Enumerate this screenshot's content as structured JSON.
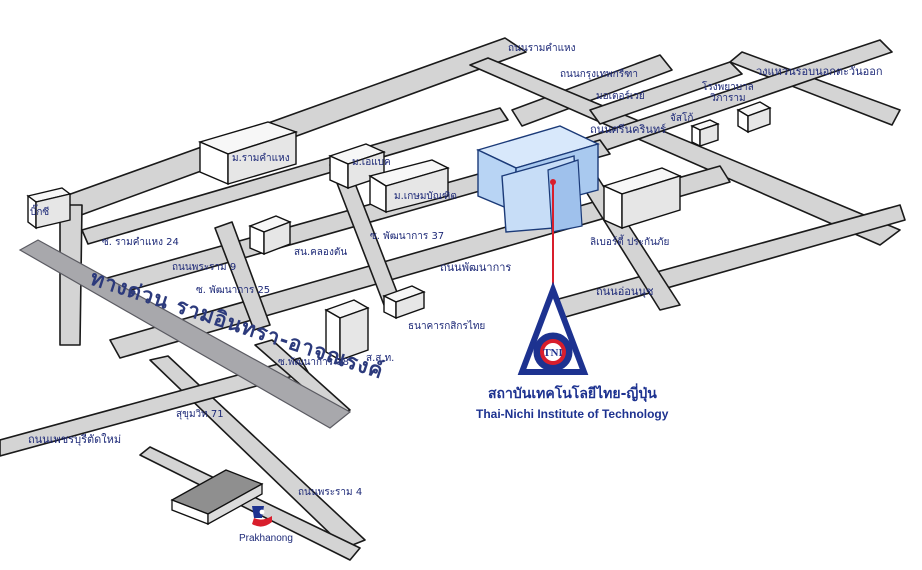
{
  "institute": {
    "name_th": "สถาบันเทคโนโลยีไทย-ญี่ปุ่น",
    "name_en": "Thai-Nichi Institute of Technology",
    "logo_text": "TNI",
    "brand_color": "#1d3290",
    "pin_color": "#d81e2c"
  },
  "expressway": {
    "label": "ทางด่วน รามอินทรา-อาจณรงค์"
  },
  "roads": {
    "ramkhamhaeng": "ถนนรามคำแหง",
    "ladprao": "ถนนกรุงเทพกรีฑา",
    "srinakarin": "ถนนศรีนครินทร์",
    "phatthanakan": "ถนนพัฒนาการ",
    "onnut": "ถนนอ่อนนุช",
    "rama9": "ถนนพระราม 9",
    "rama4": "ถนนพระราม 4",
    "phetchaburi": "ถนนเพชรบุรีตัดใหม่",
    "sukhumvit71": "สุขุมวิท 71",
    "soi_ram24": "ซ. รามคำแหง 24",
    "soi_pat25": "ซ. พัฒนาการ 25",
    "soi_pat37": "ซ. พัฒนาการ 37",
    "soi_pat18": "ซ.พัฒนาการ 18",
    "outer_ring": "วงแหวนรอบนอกตะวันออก",
    "motorway": "มอเตอร์เวย์"
  },
  "places": {
    "bigc": "บิ๊กซี",
    "ramkhamhaeng_univ": "ม.รามคำแหง",
    "abac": "ม.เอแบค",
    "bundit": "ม.เกษมบัณฑิต",
    "khlongtan": "สน.คลองตัน",
    "kasikorn": "ธนาคารกสิกรไทย",
    "sor_aor_kor": "ส.ส.ท.",
    "liberty": "ลิเบอร์ตี้ ประกันภัย",
    "jusco": "จัสโก้",
    "hospital": "โรงพยาบาล\nวิภาราม"
  },
  "bts": {
    "station": "Prakhanong",
    "logo": "BTS"
  },
  "colors": {
    "road": "#d4d4d4",
    "outline": "#1a1a1a",
    "expressway": "#a8a8ac",
    "label": "#1e2a78",
    "tni_building": "#b8d4f4"
  }
}
